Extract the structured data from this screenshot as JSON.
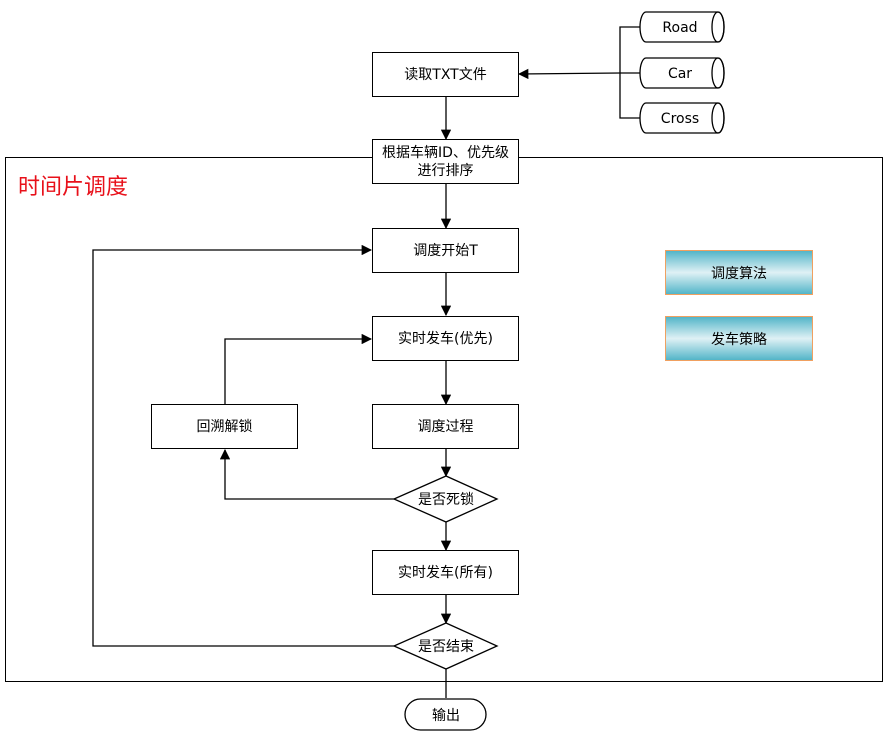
{
  "frame_title": "时间片调度",
  "nodes": {
    "read_txt": "读取TXT文件",
    "sort": "根据车辆ID、优先级进行排序",
    "start": "调度开始T",
    "depart_priority": "实时发车(优先)",
    "process": "调度过程",
    "deadlock_check": "是否死锁",
    "unlock": "回溯解锁",
    "depart_all": "实时发车(所有)",
    "end_check": "是否结束",
    "output": "输出"
  },
  "inputs": [
    "Road",
    "Car",
    "Cross"
  ],
  "side_buttons": {
    "algorithm": "调度算法",
    "strategy": "发车策略"
  }
}
